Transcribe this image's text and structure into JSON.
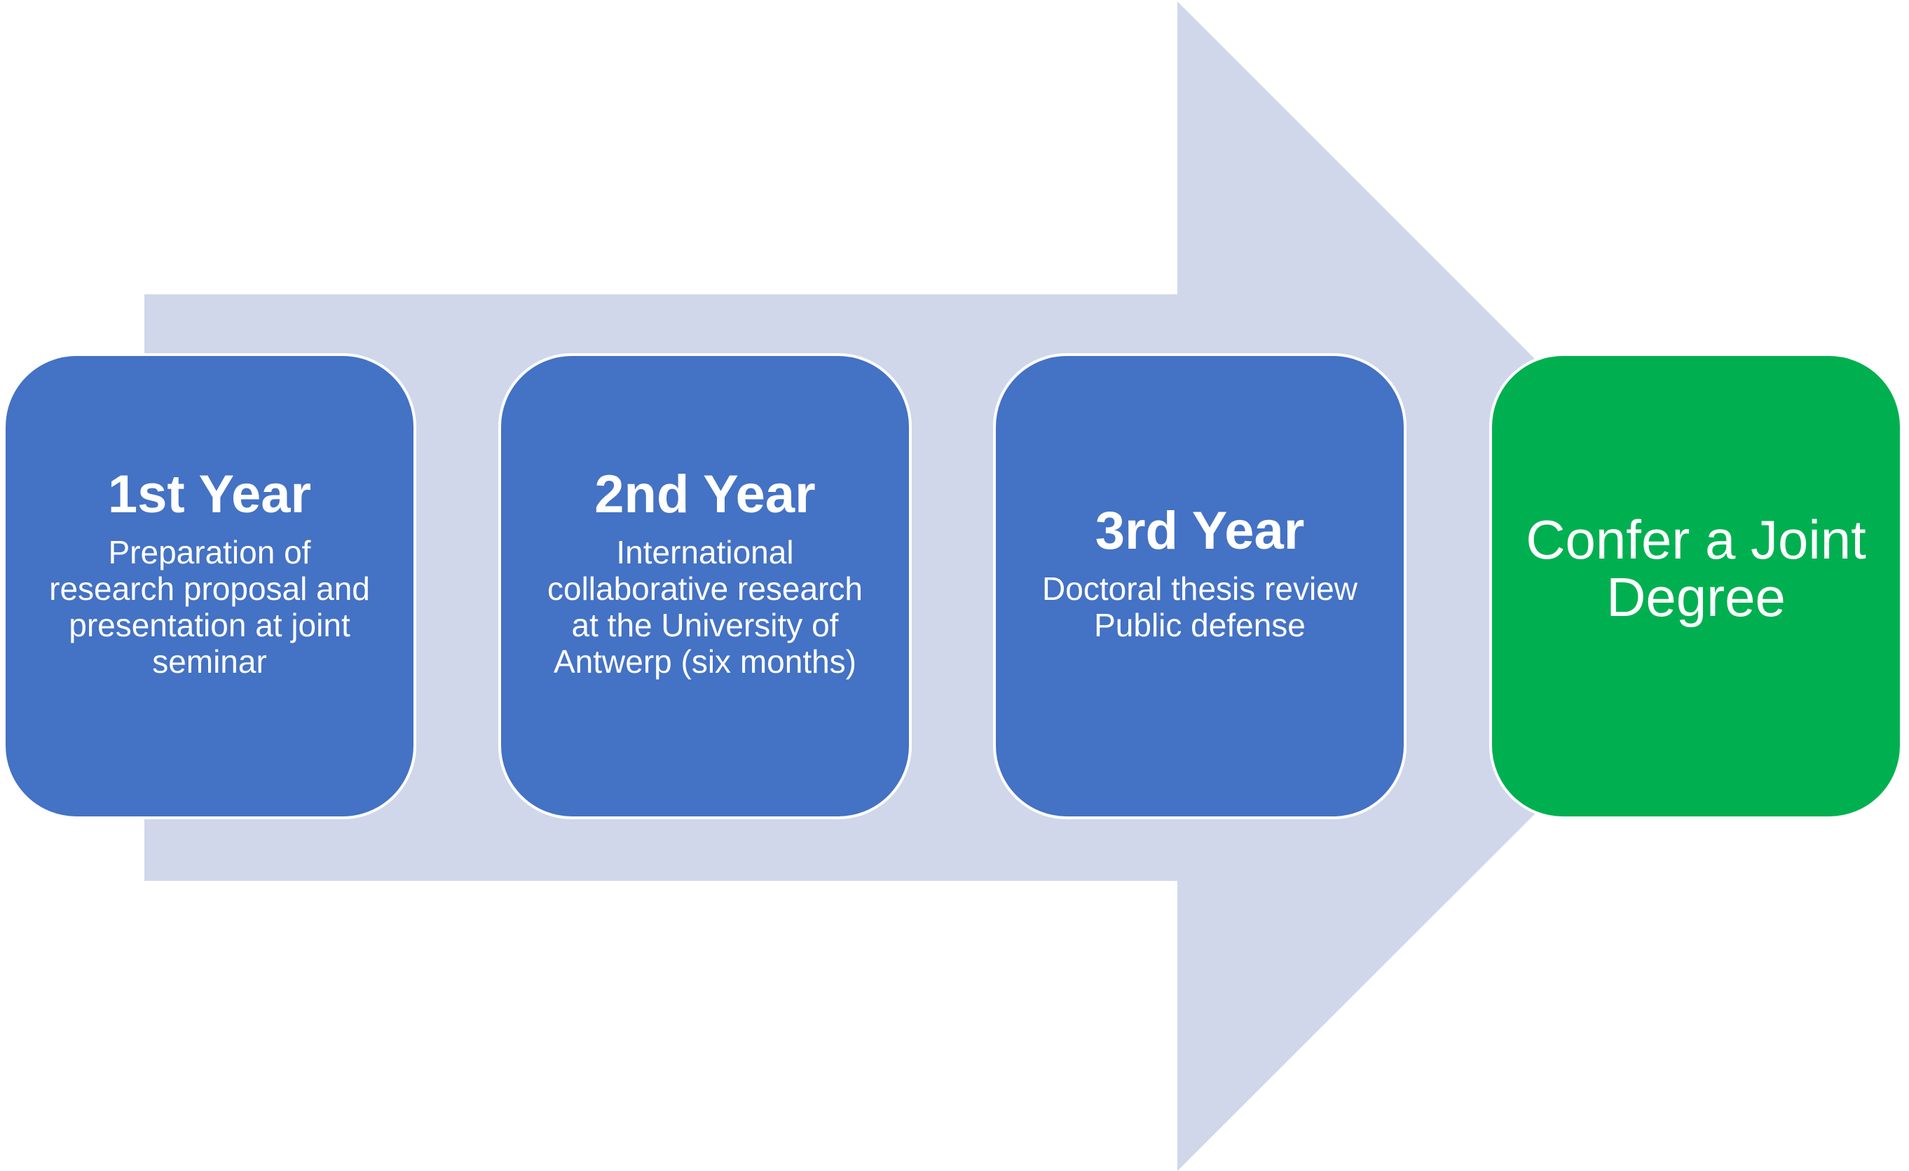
{
  "colors": {
    "arrow": "#d0d7eb",
    "stage_blue": "#4472c4",
    "stage_green": "#00b050",
    "text": "#ffffff"
  },
  "stages": [
    {
      "title": "1st Year",
      "description": "Preparation of\nresearch proposal and\npresentation at joint\nseminar"
    },
    {
      "title": "2nd Year",
      "description": "International\ncollaborative research\nat the University of\nAntwerp (six months)"
    },
    {
      "title": "3rd Year",
      "description": "Doctoral thesis review\nPublic defense"
    }
  ],
  "final_stage": {
    "label": "Confer a Joint\nDegree"
  }
}
